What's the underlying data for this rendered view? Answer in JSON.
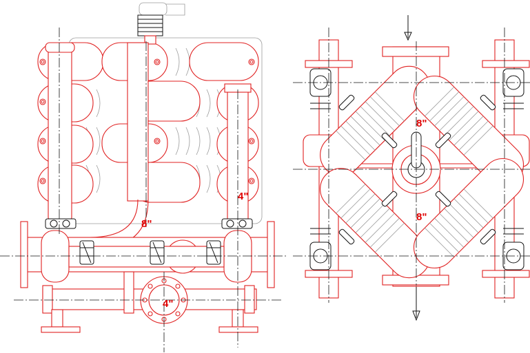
{
  "labels": {
    "front_view_main_pipe": "8\"",
    "front_view_riser": "4\"",
    "front_view_outlet_flange": "4\"",
    "plan_view_top": "8\"",
    "plan_view_bottom": "8\""
  },
  "colors": {
    "pipe_outline": "#e02020",
    "hardware": "#111111",
    "filter_housings": "#9a9a9a",
    "size_labels": "#e00000"
  },
  "icons": {
    "flow_in_arrow": "arrow-down",
    "flow_out_arrow": "arrow-down"
  }
}
